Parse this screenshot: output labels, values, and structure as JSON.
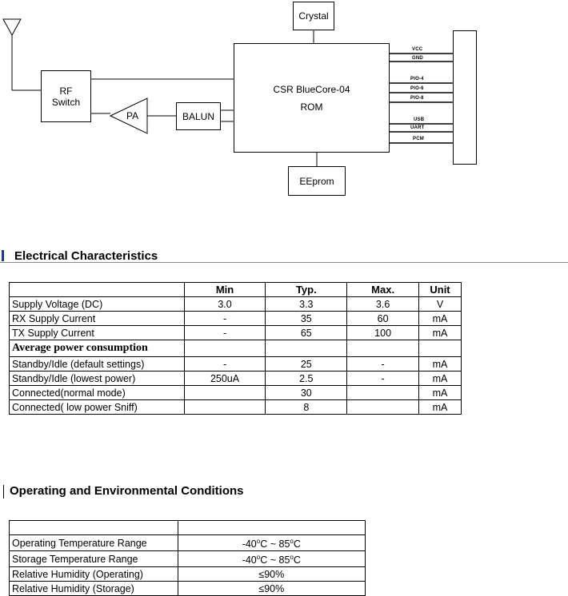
{
  "diagram": {
    "blocks": {
      "crystal": "Crystal",
      "rf_switch_line1": "RF",
      "rf_switch_line2": "Switch",
      "pa": "PA",
      "balun": "BALUN",
      "csr_line1": "CSR BlueCore-04",
      "csr_line2": "ROM",
      "eeprom": "EEprom"
    },
    "pins": [
      "VCC",
      "GND",
      "PIO-4",
      "PIO-6",
      "PIO-8",
      "USB",
      "UART",
      "PCM"
    ]
  },
  "electrical": {
    "heading": "Electrical Characteristics",
    "headers": [
      "",
      "Min",
      "Typ.",
      "Max.",
      "Unit"
    ],
    "rows": [
      {
        "label": "Supply Voltage (DC)",
        "min": "3.0",
        "typ": "3.3",
        "max": "3.6",
        "unit": "V"
      },
      {
        "label": "RX Supply Current",
        "min": "-",
        "typ": "35",
        "max": "60",
        "unit": "mA"
      },
      {
        "label": "TX Supply Current",
        "min": "-",
        "typ": "65",
        "max": "100",
        "unit": "mA"
      },
      {
        "label": "Average power consumption",
        "min": "",
        "typ": "",
        "max": "",
        "unit": ""
      },
      {
        "label": "Standby/Idle (default settings)",
        "min": "-",
        "typ": "25",
        "max": "-",
        "unit": "mA"
      },
      {
        "label": "Standby/Idle (lowest power)",
        "min": "250uA",
        "typ": "2.5",
        "max": "-",
        "unit": "mA"
      },
      {
        "label": "Connected(normal mode)",
        "min": "",
        "typ": "30",
        "max": "",
        "unit": "mA"
      },
      {
        "label": "Connected( low power Sniff)",
        "min": "",
        "typ": "8",
        "max": "",
        "unit": "mA"
      }
    ]
  },
  "operating": {
    "heading": "Operating and Environmental Conditions",
    "rows": [
      {
        "label": "Operating Temperature Range",
        "v1": "-40",
        "u1": "C",
        "sep": " ~ ",
        "v2": "85",
        "u2": "C"
      },
      {
        "label": "Storage Temperature Range",
        "v1": "-40",
        "u1": "C",
        "sep": " ~ ",
        "v2": "85",
        "u2": "C"
      },
      {
        "label": "Relative Humidity (Operating)",
        "value": "≤90%"
      },
      {
        "label": "Relative Humidity (Storage)",
        "value": "≤90%"
      }
    ],
    "degree_symbol": "o"
  }
}
